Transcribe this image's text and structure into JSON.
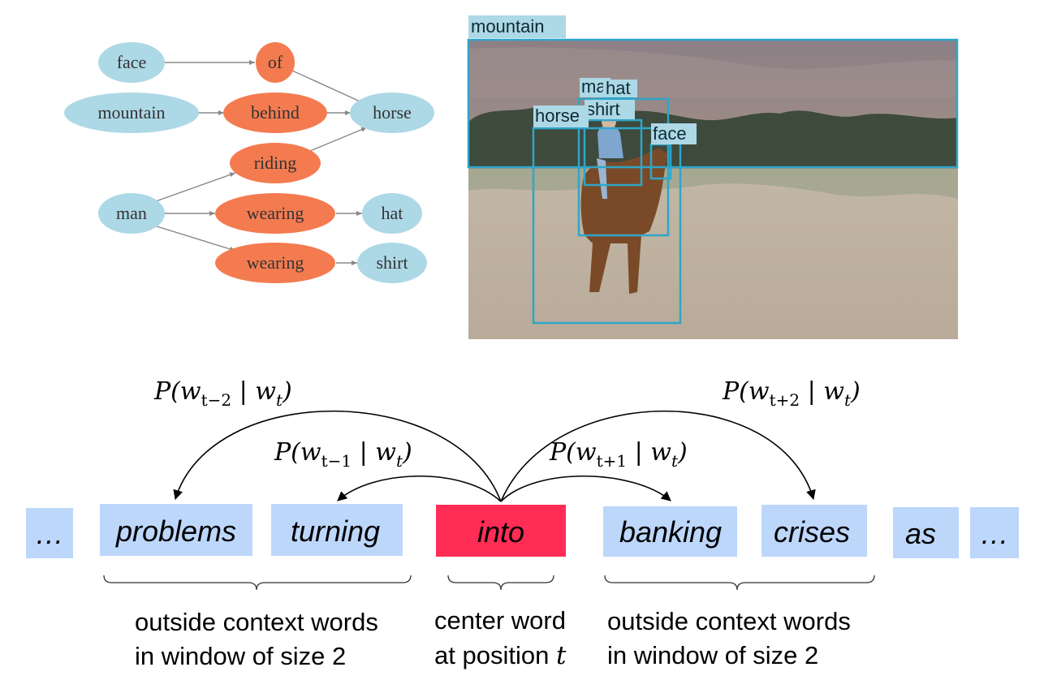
{
  "scene_graph": {
    "nodes": {
      "face": "face",
      "of": "of",
      "mountain": "mountain",
      "behind": "behind",
      "horse": "horse",
      "riding": "riding",
      "man": "man",
      "wearing1": "wearing",
      "hat": "hat",
      "wearing2": "wearing",
      "shirt": "shirt"
    },
    "colors": {
      "object": "#add8e6",
      "relation": "#f47b50"
    }
  },
  "photo": {
    "labels": {
      "mountain": "mountain",
      "man": "man",
      "hat": "hat",
      "shirt": "shirt",
      "horse": "horse",
      "face": "face"
    },
    "box_color": "#2fa5c9"
  },
  "skipgram": {
    "probabilities": {
      "t_minus_2": {
        "P": "P(w",
        "sub": "t−2",
        "mid": " | w",
        "sub2": "t",
        "end": ")"
      },
      "t_minus_1": {
        "P": "P(w",
        "sub": "t−1",
        "mid": " | w",
        "sub2": "t",
        "end": ")"
      },
      "t_plus_1": {
        "P": "P(w",
        "sub": "t+1",
        "mid": " | w",
        "sub2": "t",
        "end": ")"
      },
      "t_plus_2": {
        "P": "P(w",
        "sub": "t+2",
        "mid": " | w",
        "sub2": "t",
        "end": ")"
      }
    },
    "words": {
      "ellipsis_left": "…",
      "problems": "problems",
      "turning": "turning",
      "into": "into",
      "banking": "banking",
      "crises": "crises",
      "as": "as",
      "ellipsis_right": "…"
    },
    "captions": {
      "left_line1": "outside context words",
      "left_line2": "in window of size 2",
      "center_line1": "center word",
      "center_line2_a": "at position ",
      "center_line2_b": "t",
      "right_line1": "outside context words",
      "right_line2": "in window of size 2"
    },
    "colors": {
      "context_box": "#bdd7fb",
      "center_box": "#ff2d55"
    }
  }
}
